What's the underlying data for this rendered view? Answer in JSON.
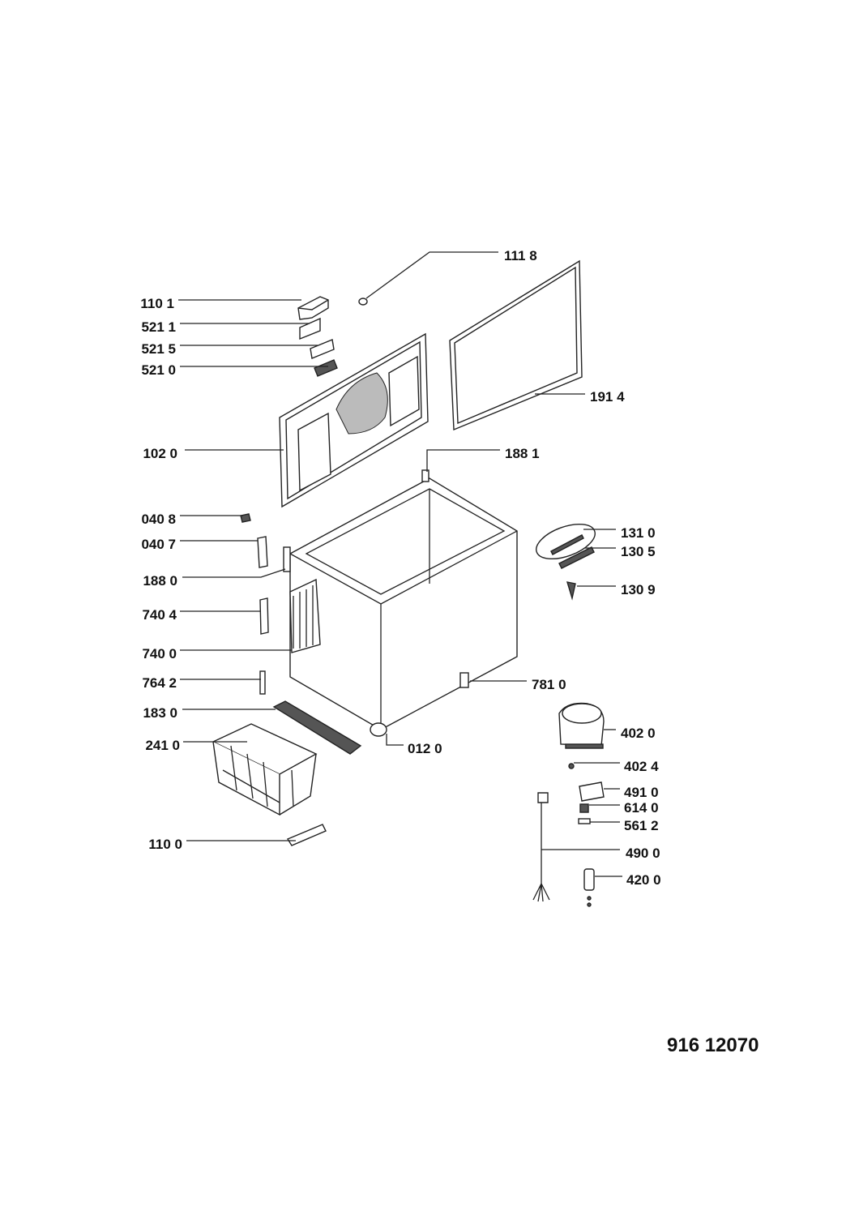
{
  "diagram": {
    "type": "exploded-parts-view",
    "document_code": "916 12070",
    "labels": {
      "p1101": "110 1",
      "p5211": "521 1",
      "p5215": "521 5",
      "p5210": "521 0",
      "p1020": "102 0",
      "p0408": "040 8",
      "p0407": "040 7",
      "p1880": "188 0",
      "p7404": "740 4",
      "p7400": "740 0",
      "p7642": "764 2",
      "p1830": "183 0",
      "p2410": "241 0",
      "p1100": "110 0",
      "p1118": "111 8",
      "p1914": "191 4",
      "p1881": "188 1",
      "p1310": "131 0",
      "p1305": "130 5",
      "p1309": "130 9",
      "p7810": "781 0",
      "p0120": "012 0",
      "p4020": "402 0",
      "p4024": "402 4",
      "p4910": "491 0",
      "p6140": "614 0",
      "p5612": "561 2",
      "p4900": "490 0",
      "p4200": "420 0"
    }
  }
}
